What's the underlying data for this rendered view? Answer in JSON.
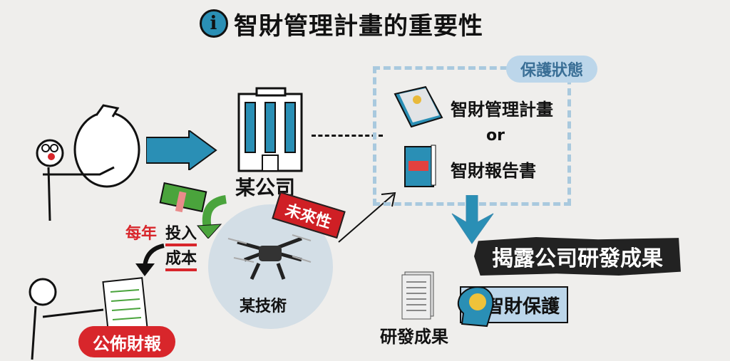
{
  "title": "智財管理計畫的重要性",
  "info_icon": "i",
  "company": "某公司",
  "technology": "某技術",
  "future_tag": "未來性",
  "yearly": "每年",
  "invest": "投入",
  "cost": "成本",
  "publish_report": "公佈財報",
  "protection_status": "保護狀態",
  "ip_plan": "智財管理計畫",
  "or": "or",
  "ip_report": "智財報告書",
  "disclose": "揭露公司研發成果",
  "rd_results": "研發成果",
  "ip_protection": "智財保護",
  "colors": {
    "accent_blue": "#2a8fb5",
    "red": "#d8262b",
    "light_blue": "#bcd6ea",
    "green": "#4aa43c"
  }
}
